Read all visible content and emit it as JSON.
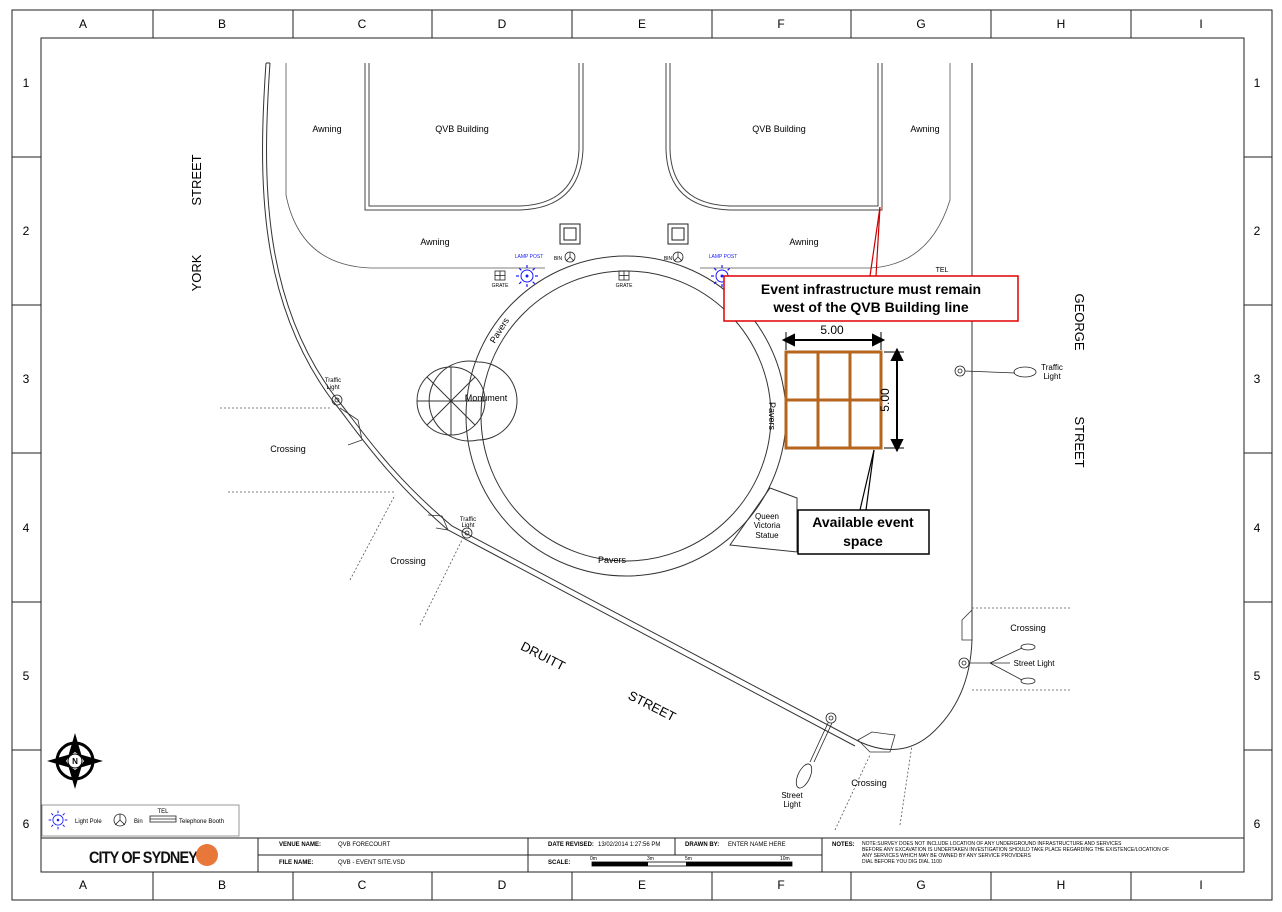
{
  "grid": {
    "columns": [
      "A",
      "B",
      "C",
      "D",
      "E",
      "F",
      "G",
      "H",
      "I"
    ],
    "rows": [
      "1",
      "2",
      "3",
      "4",
      "5",
      "6"
    ]
  },
  "streets": {
    "york": "YORK",
    "york_street": "STREET",
    "george": "GEORGE",
    "george_street": "STREET",
    "druitt": "DRUITT",
    "druitt_street": "STREET"
  },
  "labels": {
    "awning": "Awning",
    "qvb_building": "QVB Building",
    "lamp_post": "LAMP POST",
    "grate": "GRATE",
    "bin": "BIN",
    "tel": "TEL",
    "pavers": "Pavers",
    "monument": "Monument",
    "traffic_light": [
      "Traffic",
      "Light"
    ],
    "crossing": "Crossing",
    "statue": [
      "Queen",
      "Victoria",
      "Statue"
    ],
    "street_light": "Street Light",
    "street_light_split": [
      "Street",
      "Light"
    ],
    "north": "N"
  },
  "callouts": {
    "building_line": [
      "Event infrastructure must remain",
      "west of the QVB Building line"
    ],
    "event_space": [
      "Available event",
      "space"
    ],
    "dim_width": "5.00",
    "dim_height": "5.00"
  },
  "legend": {
    "light_pole": "Light Pole",
    "bin": "Bin",
    "tel": "TEL",
    "telephone_booth": "Telephone Booth"
  },
  "title_block": {
    "logo_text": "CITY OF SYDNEY",
    "venue_name_label": "VENUE NAME:",
    "venue_name": "QVB FORECOURT",
    "file_name_label": "FILE NAME:",
    "file_name": "QVB - EVENT SITE.VSD",
    "date_revised_label": "DATE REVISED:",
    "date_revised": "13/02/2014 1:27:56 PM",
    "drawn_by_label": "DRAWN BY:",
    "drawn_by": "ENTER NAME HERE",
    "scale_label": "SCALE:",
    "scale_ticks": [
      "0m",
      "3m",
      "5m",
      "10m"
    ],
    "notes_label": "NOTES:",
    "notes": [
      "NOTE:SURVEY DOES NOT INCLUDE LOCATION OF ANY UNDERGROUND INFRASTRUCTURE AND SERVICES",
      "BEFORE ANY EXCAVATION IS UNDERTAKEN INVESTIGATION SHOULD TAKE PLACE REGARDING THE EXISTENCE/LOCATION OF",
      "ANY SERVICES WHICH MAY BE OWNED BY ANY SERVICE PROVIDERS",
      "DIAL BEFORE YOU DIG DIAL 1100"
    ]
  },
  "colors": {
    "line": "#222222",
    "event_area": "#b5651d",
    "callout_border": "#e00000",
    "symbol_blue": "#1a1aff",
    "logo_circle": "#e8773a"
  }
}
